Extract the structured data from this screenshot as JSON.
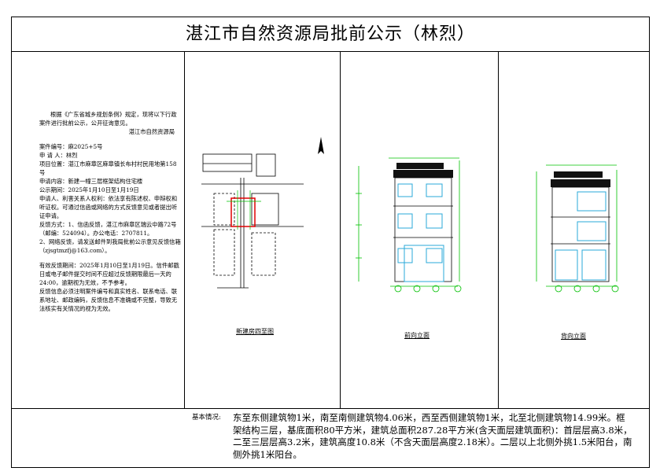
{
  "header": {
    "title": "湛江市自然资源局批前公示（林烈）"
  },
  "notice": {
    "intro": "根据《广东省城乡规划条例》规定，现将以下行政案件进行批前公示，公开征询意见。",
    "issuer": "湛江市自然资源局",
    "case_no": "案件编号：麻2025+5号",
    "applicant": "申 请 人：林烈",
    "location": "项目位置：湛江市麻章区麻章镇长布村村民用地第158号",
    "content": "申请内容：新建一幢三层框架结构住宅楼",
    "period": "公示期间：2025年1月10日至1月19日",
    "rights": "申请人、利害关系人权利：依法享有陈述权、申辩权和听证权。可通过信函或网络的方式反馈意见或者提出听证申请。",
    "channel1": "反馈方式：1、信函反馈，湛江市麻章区瑞云中路72号（邮编：524094）。办公电话：2707811。",
    "channel2": "2、网络反馈，请发送邮件到我局批前公示意见反馈信箱（zjsgtmzfj@163.com）。",
    "valid_period": "有效反馈期间：2025年1月10日至1月19日。信件邮戳日或电子邮件提交时间不应超过反馈期限最后一天的24:00，逾期视为无效，不予参考。",
    "info": "反馈信息必须注明案件编号和真实姓名、联系电话、联系地址、邮政编码，反馈信息不准确或不完整，导致无法核实有关情况的视为无效。"
  },
  "drawings": {
    "site_caption": "新建房四至图",
    "front_caption": "前向立面",
    "back_caption": "背向立面"
  },
  "basic": {
    "label": "基本情况:",
    "text": "东至东侧建筑物1米，南至南侧建筑物4.06米，西至西侧建筑物1米，北至北侧建筑物14.99米。框架结构三层，基底面积80平方米，建筑总面积287.28平方米(含天面层建筑面积)：首层层高3.8米，二至三层层高3.2米，建筑高度10.8米（不含天面层高度2.18米）。二层以上北侧外挑1.5米阳台，南侧外挑1米阳台。"
  },
  "colors": {
    "dim_green": "#00c000",
    "window_blue": "#2aa8d8",
    "site_red": "#e00000",
    "roof_dark": "#111111"
  }
}
